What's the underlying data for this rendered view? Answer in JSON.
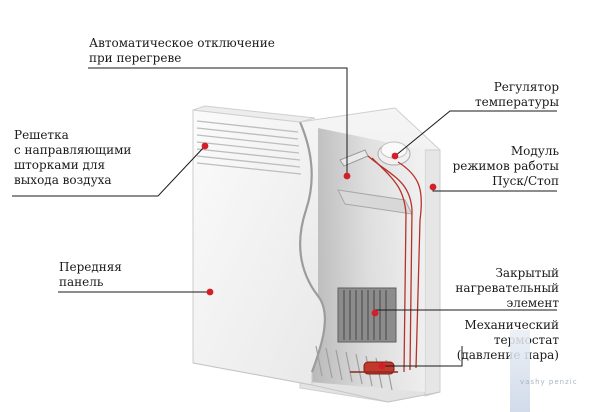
{
  "labels": {
    "auto_shutoff": [
      "Автоматическое отключение",
      "при перегреве"
    ],
    "grille": [
      "Решетка",
      "с направляющими",
      "шторками для",
      "выхода воздуха"
    ],
    "front_panel": [
      "Передняя",
      "панель"
    ],
    "temp_regulator": [
      "Регулятор",
      "температуры"
    ],
    "mode_module": [
      "Модуль",
      "режимов работы",
      "Пуск/Стоп"
    ],
    "heating_element": [
      "Закрытый",
      "нагревательный",
      "элемент"
    ],
    "mech_thermostat": [
      "Механический",
      "термостат",
      "(давление пара)"
    ]
  },
  "watermark": "vashy penzic",
  "colors": {
    "leader_line": "#1a1a1a",
    "marker": "#d41f2a",
    "panel_face": "#f7f7f7",
    "panel_edge": "#cfcfcf",
    "interior_shadow": "#b9b9b9",
    "heating_element": "#7a7a7a",
    "wire": "#b5332a"
  }
}
